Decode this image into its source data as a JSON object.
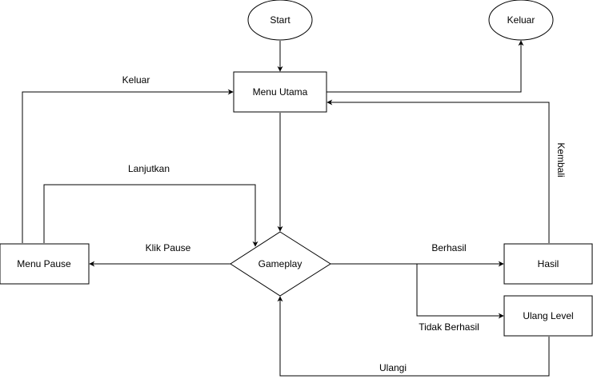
{
  "nodes": {
    "start": "Start",
    "exit": "Keluar",
    "main_menu": "Menu Utama",
    "gameplay": "Gameplay",
    "pause_menu": "Menu Pause",
    "result": "Hasil",
    "retry_level": "Ulang Level"
  },
  "edges": {
    "pause_to_menu": "Keluar",
    "continue": "Lanjutkan",
    "click_pause": "Klik Pause",
    "success": "Berhasil",
    "fail": "Tidak Berhasil",
    "back": "Kembali",
    "retry": "Ulangi"
  }
}
